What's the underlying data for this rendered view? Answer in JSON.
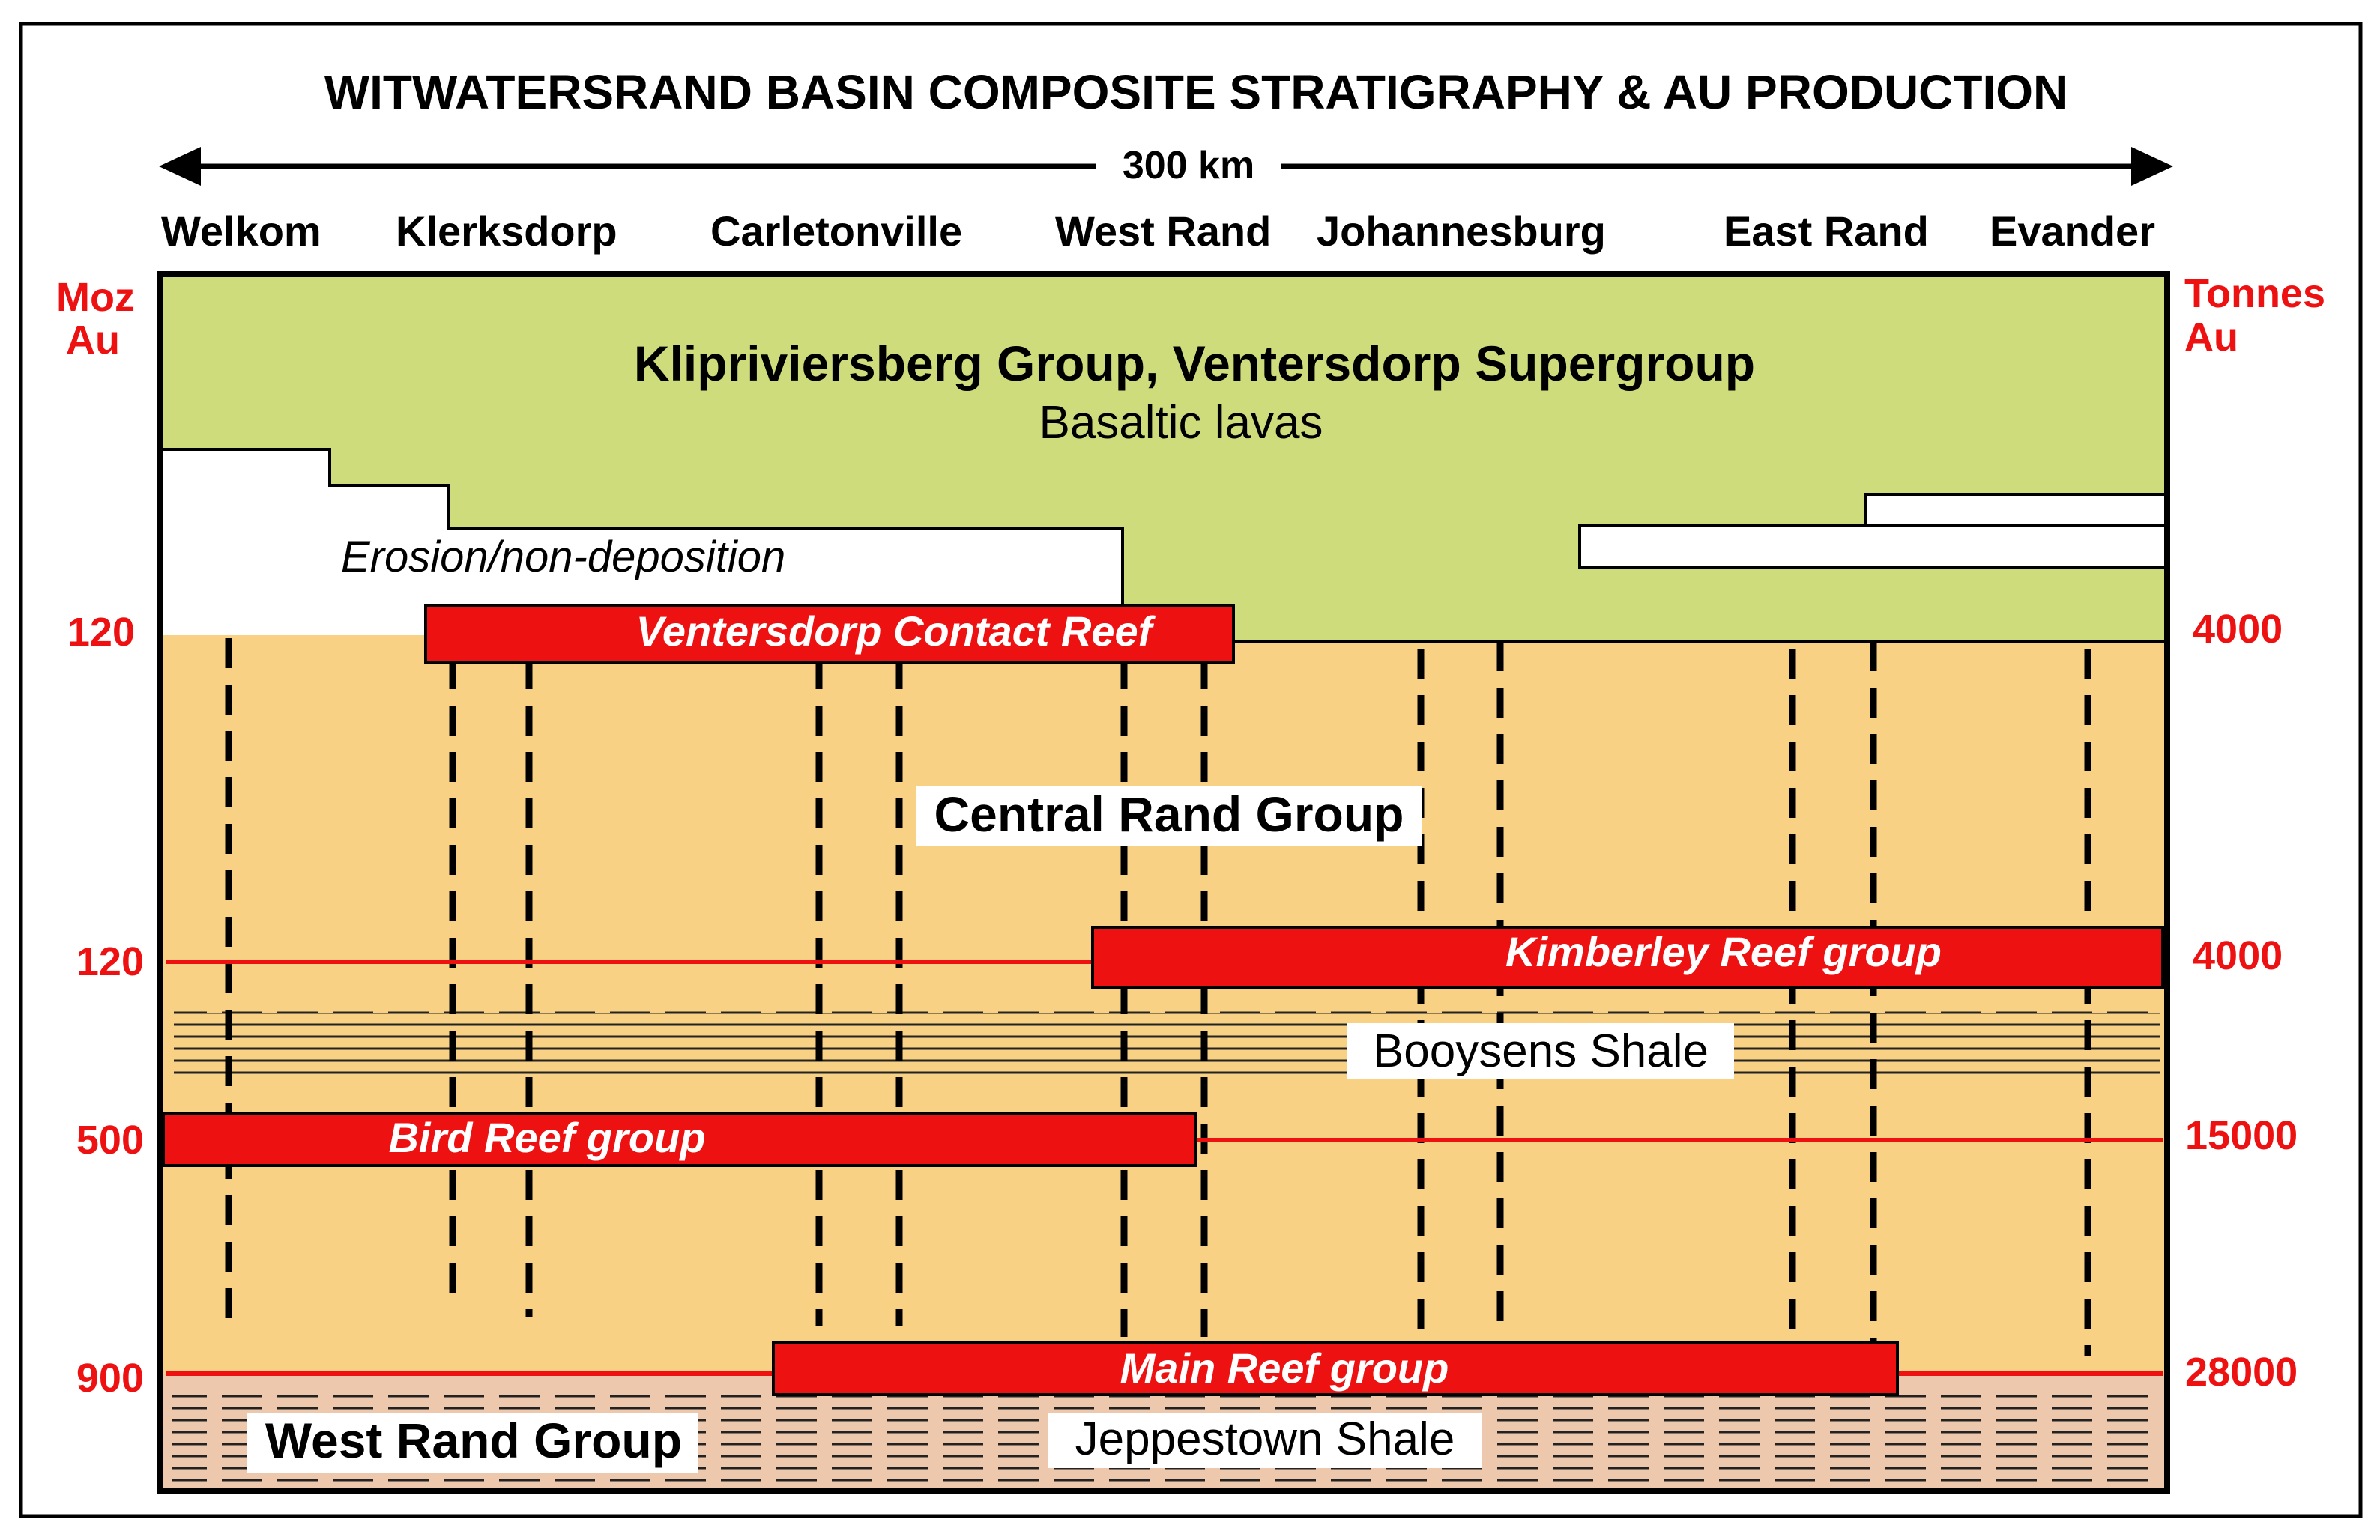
{
  "title": "WITWATERSRAND BASIN COMPOSITE STRATIGRAPHY & AU PRODUCTION",
  "scale_label": "300 km",
  "localities": [
    "Welkom",
    "Klerksdorp",
    "Carletonville",
    "West Rand",
    "Johannesburg",
    "East Rand",
    "Evander"
  ],
  "left_axis": {
    "label_line1": "Moz",
    "label_line2": "Au"
  },
  "right_axis": {
    "label_line1": "Tonnes",
    "label_line2": "Au"
  },
  "units": {
    "ventersdorp_title": "Klipriviersberg Group, Ventersdorp Supergroup",
    "ventersdorp_subtitle": "Basaltic lavas",
    "erosion": "Erosion/non-deposition",
    "central_rand": "Central Rand Group",
    "booysens": "Booysens Shale",
    "west_rand": "West Rand Group",
    "jeppestown": "Jeppestown Shale"
  },
  "reefs": [
    {
      "name": "Ventersdorp Contact Reef",
      "moz": "120",
      "tonnes": "4000"
    },
    {
      "name": "Kimberley Reef group",
      "moz": "120",
      "tonnes": "4000"
    },
    {
      "name": "Bird Reef group",
      "moz": "500",
      "tonnes": "15000"
    },
    {
      "name": "Main Reef group",
      "moz": "900",
      "tonnes": "28000"
    }
  ],
  "colors": {
    "ventersdorp_fill": "#cfdc7c",
    "central_rand_fill": "#f9d184",
    "west_rand_fill": "#edc8ac",
    "reef_red": "#ee1111",
    "axis_red": "#ee1111"
  }
}
